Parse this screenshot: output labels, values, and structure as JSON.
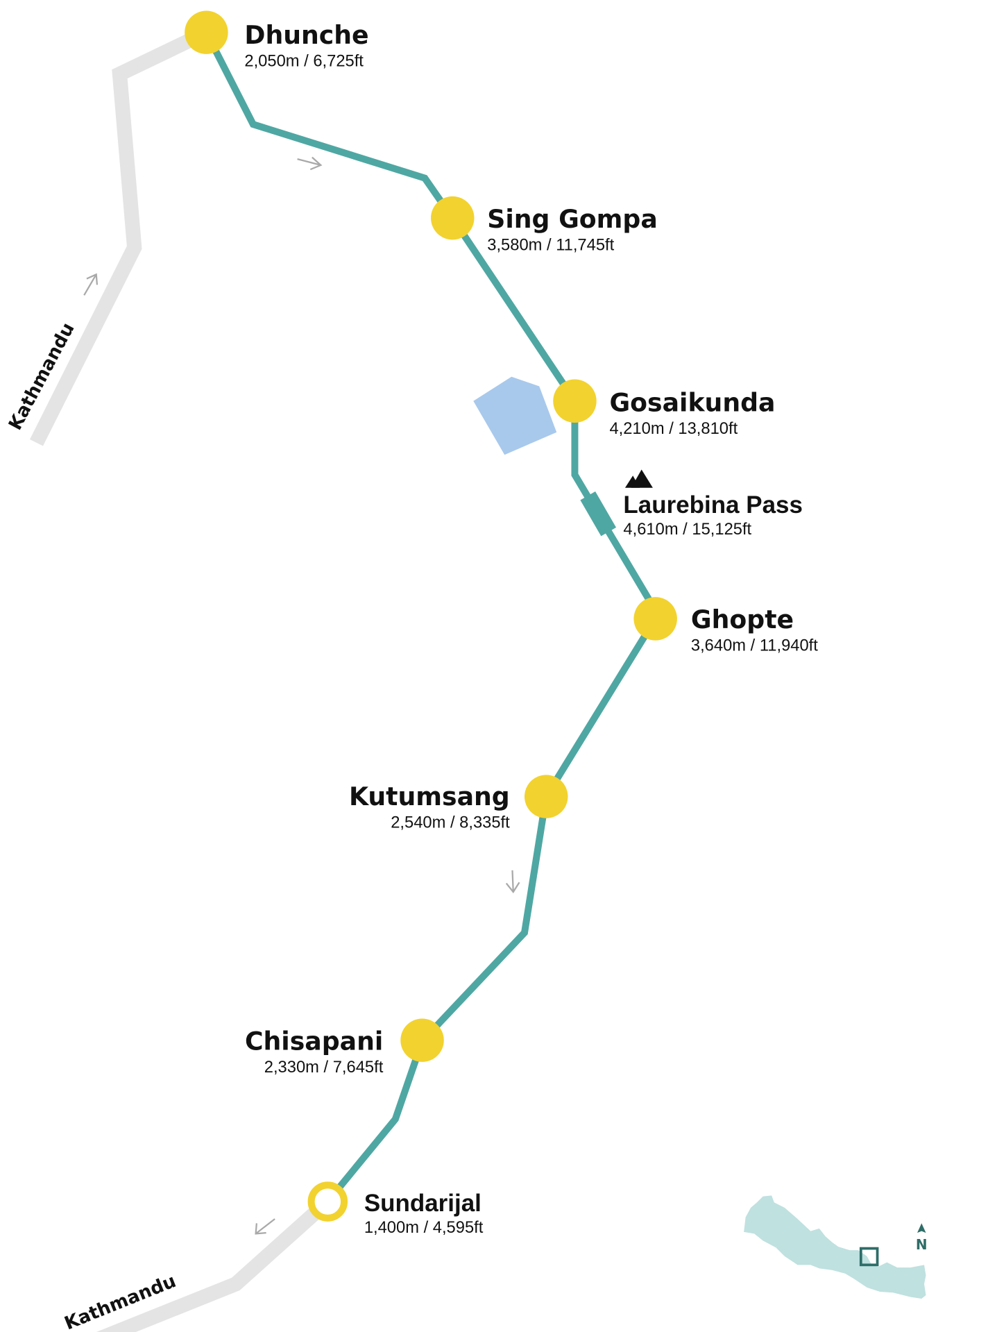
{
  "colors": {
    "route": "#4fa7a3",
    "stop": "#f2d22e",
    "road": "#e3e4e3",
    "lake": "#a8c9ec",
    "country": "#bfe1e0",
    "marker": "#2e6d68"
  },
  "roads": {
    "top_label": "Kathmandu",
    "bottom_label": "Kathmandu"
  },
  "stops": [
    {
      "name": "Dhunche",
      "elevation": "2,050m / 6,725ft"
    },
    {
      "name": "Sing Gompa",
      "elevation": "3,580m / 11,745ft"
    },
    {
      "name": "Gosaikunda",
      "elevation": "4,210m / 13,810ft"
    },
    {
      "name": "Laurebina Pass",
      "elevation": "4,610m / 15,125ft",
      "icon": "mountain-icon"
    },
    {
      "name": "Ghopte",
      "elevation": "3,640m / 11,940ft"
    },
    {
      "name": "Kutumsang",
      "elevation": "2,540m / 8,335ft"
    },
    {
      "name": "Chisapani",
      "elevation": "2,330m / 7,645ft"
    },
    {
      "name": "Sundarijal",
      "elevation": "1,400m / 4,595ft"
    }
  ],
  "inset": {
    "north_label": "N"
  }
}
